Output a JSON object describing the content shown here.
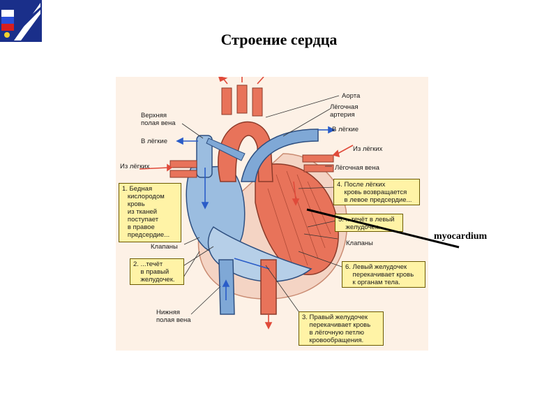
{
  "slide": {
    "title": "Строение сердца",
    "annotation": "myocardium"
  },
  "diagram": {
    "labels": {
      "aorta": "Аорта",
      "pulm_artery": "Лёгочная\nартерия",
      "to_lungs_right": "В лёгкие",
      "sup_vena": "Верхняя\nполая вена",
      "to_lungs_left": "В лёгкие",
      "from_lungs_left": "Из лёгких",
      "from_lungs_right": "Из лёгких",
      "pulm_vein": "Лёгочная вена",
      "valves_left": "Клапаны",
      "valves_right": "Клапаны",
      "inf_vena": "Нижняя\nполая вена"
    },
    "steps": [
      {
        "text": "1. Бедная\n   кислородом\n   кровь\n   из тканей\n   поступает\n   в правое\n   предсердие..."
      },
      {
        "text": "2. ...течёт\n    в правый\n    желудочек."
      },
      {
        "text": "3. Правый желудочек\n    перекачивает кровь\n    в лёгочную петлю\n    кровообращения."
      },
      {
        "text": "4. После лёгких\n    кровь возвращается\n    в левое предсердие..."
      },
      {
        "text": "5. ...течёт в левый\n    желудочек."
      },
      {
        "text": "6. Левый желудочек\n    перекачивает кровь\n    к органам тела."
      }
    ]
  },
  "colors": {
    "panel_bg": "#fdf1e6",
    "arterial": "#e8735a",
    "venous": "#9bbde0",
    "step_box": "#fff3a6",
    "flow_blue": "#2a5cc8",
    "flow_red": "#e04a3a"
  }
}
